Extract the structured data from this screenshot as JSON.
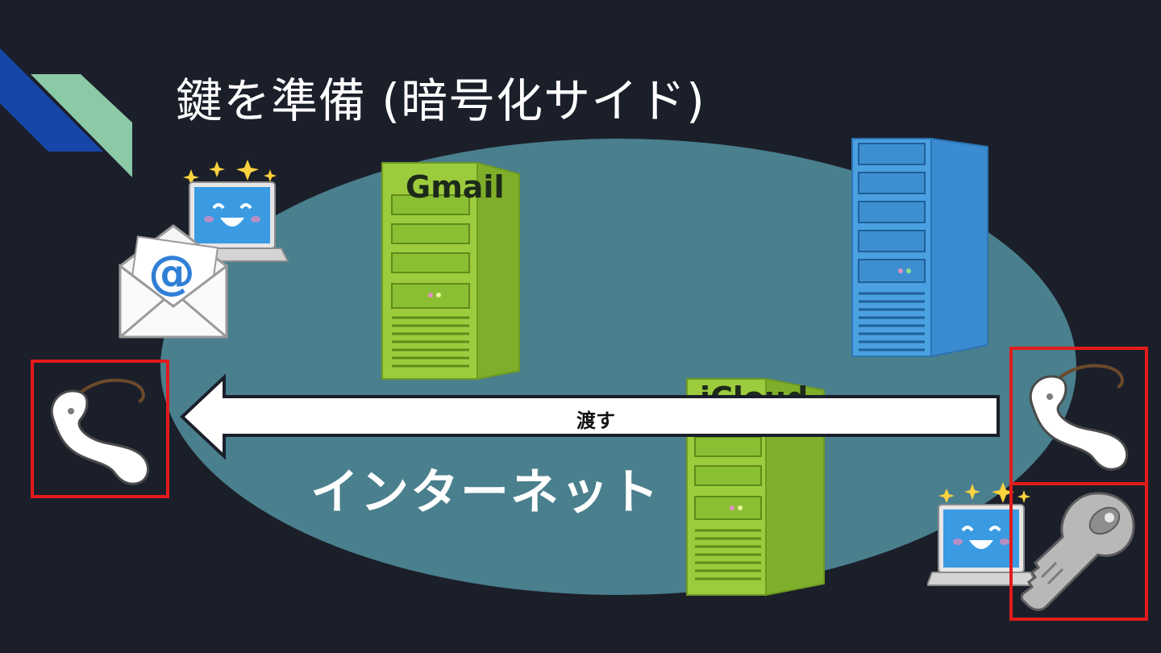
{
  "slide": {
    "title": "鍵を準備 (暗号化サイド)",
    "network_label": "インターネット",
    "arrow_label": "渡す",
    "servers": [
      {
        "label": "Gmail"
      },
      {
        "label": "iCloud"
      }
    ]
  },
  "icons": {
    "decoration": "corner-stripes",
    "laptop": "smiling-laptop-icon",
    "mail": "email-envelope-icon",
    "lock": "padlock-icon",
    "key": "key-icon"
  },
  "colors": {
    "background": "#1b1f2a",
    "network_ellipse": "#4a7f8d",
    "server_green": "#8dc63f",
    "server_blue": "#3a93d6",
    "highlight": "#e21b1b",
    "stripe_blue": "#1646a8",
    "stripe_green": "#8cc9a6"
  }
}
